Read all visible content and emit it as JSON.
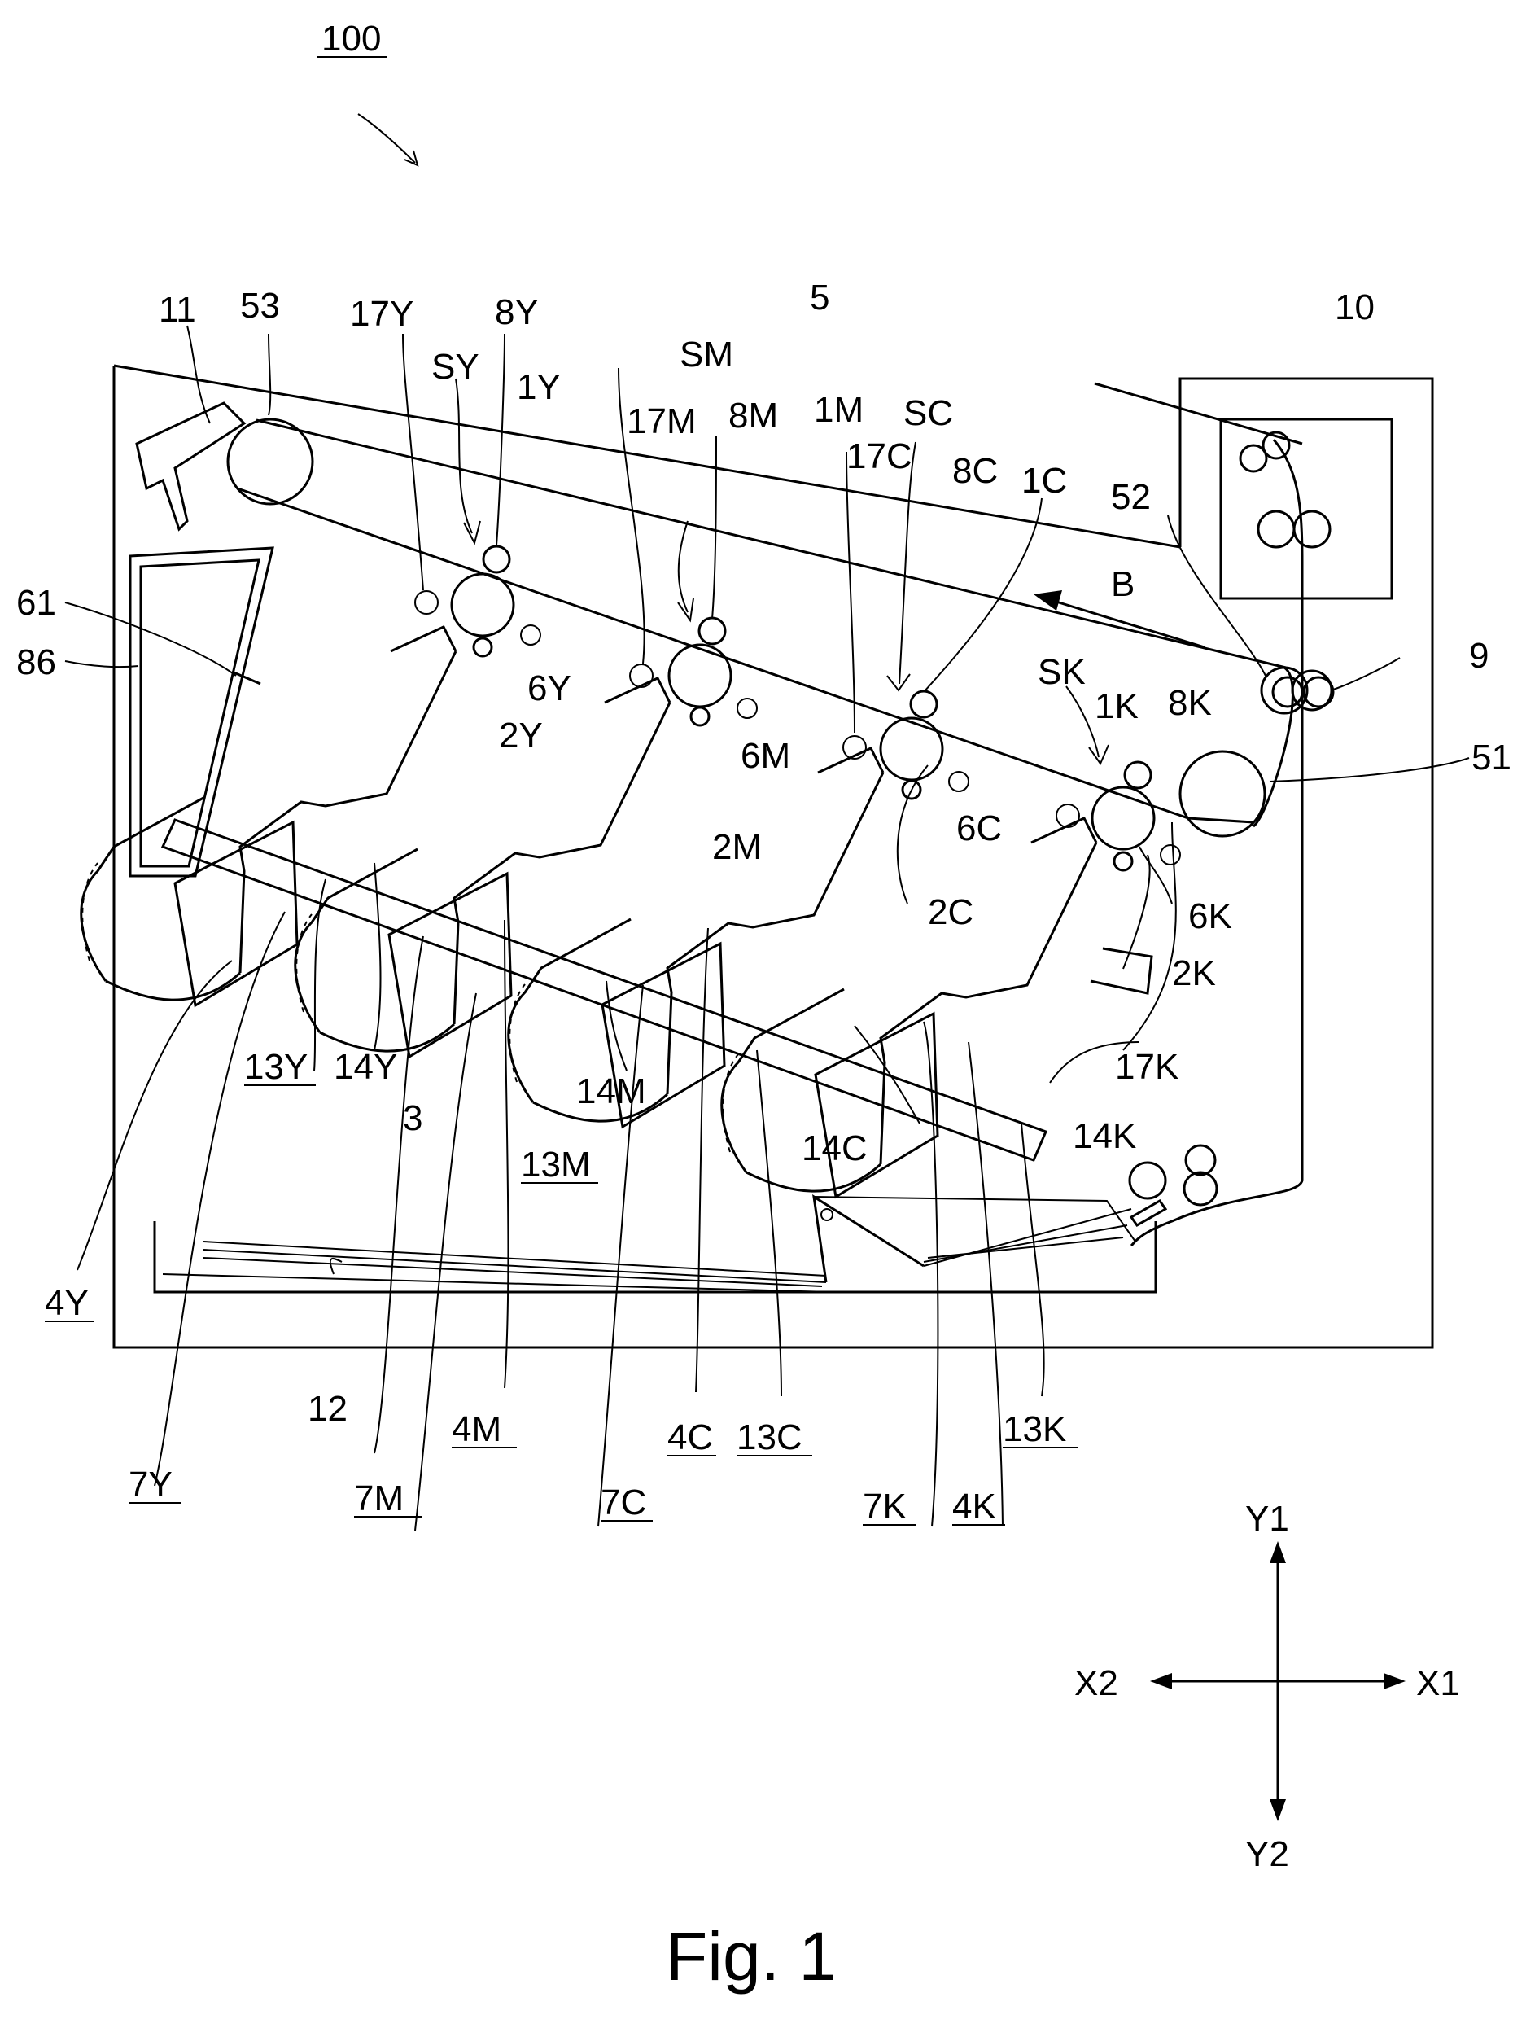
{
  "figure": {
    "number_label": "100",
    "caption": "Fig. 1"
  },
  "callouts": {
    "l11": "11",
    "l53": "53",
    "l17Y": "17Y",
    "l8Y": "8Y",
    "lSY": "SY",
    "l1Y": "1Y",
    "lSM": "SM",
    "l5": "5",
    "l17M": "17M",
    "l8M": "8M",
    "l1M": "1M",
    "lSC": "SC",
    "l17C": "17C",
    "l8C": "8C",
    "l1C": "1C",
    "l10": "10",
    "l52": "52",
    "lB": "B",
    "l9": "9",
    "lSK": "SK",
    "l1K": "1K",
    "l8K": "8K",
    "l51": "51",
    "l61": "61",
    "l86": "86",
    "l6Y": "6Y",
    "l2Y": "2Y",
    "l6M": "6M",
    "l2M": "2M",
    "l6C": "6C",
    "l2C": "2C",
    "l6K": "6K",
    "l2K": "2K",
    "l17K": "17K",
    "l14K": "14K",
    "l14C": "14C",
    "l14M": "14M",
    "l13Y": "13Y",
    "l14Y": "14Y",
    "l3": "3",
    "l13M": "13M",
    "l4Y": "4Y",
    "l12": "12",
    "l4M": "4M",
    "l4C": "4C",
    "l13C": "13C",
    "l13K": "13K",
    "l7Y": "7Y",
    "l7M": "7M",
    "l7C": "7C",
    "l7K": "7K",
    "l4K": "4K"
  },
  "axes": {
    "y1": "Y1",
    "y2": "Y2",
    "x1": "X1",
    "x2": "X2"
  }
}
